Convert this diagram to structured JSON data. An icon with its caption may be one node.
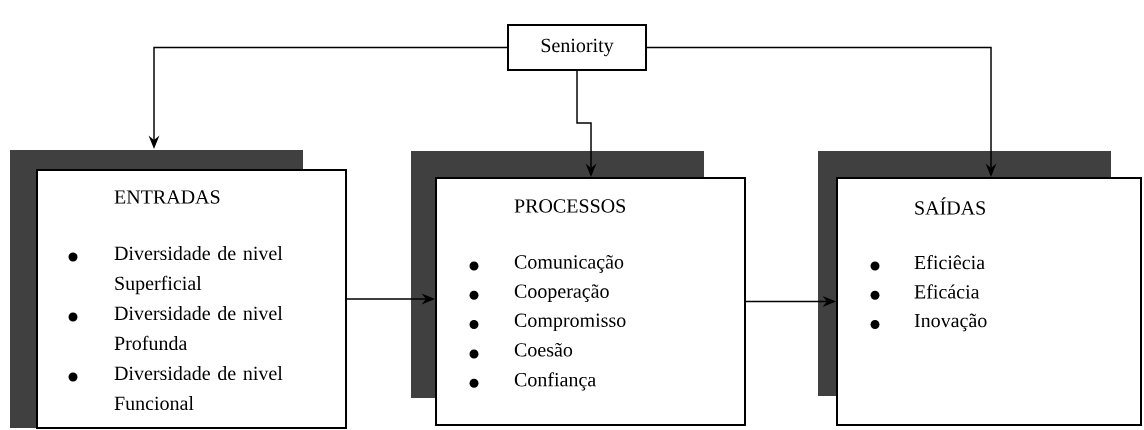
{
  "diagram": {
    "nodes": [
      {
        "text": [
          "Seniority"
        ]
      },
      {
        "text": [
          "ENTRADAS",
          "Diversidade de nivel Superficial",
          "Diversidade de nivel Profunda",
          "Diversidade de nivel Funcional"
        ]
      },
      {
        "text": [
          "PROCESSOS",
          "Comunicação",
          "Cooperação",
          "Compromisso",
          "Coesão",
          "Confiança"
        ]
      },
      {
        "text": [
          "SAÍDAS",
          "Eficiêcia",
          "Eficácia",
          "Inovação"
        ]
      }
    ],
    "edges": [
      {
        "from": 0,
        "to": 1,
        "arrow": "to"
      },
      {
        "from": 0,
        "to": 2,
        "arrow": "to"
      },
      {
        "from": 0,
        "to": 3,
        "arrow": "to"
      },
      {
        "from": 1,
        "to": 2,
        "arrow": "to"
      },
      {
        "from": 2,
        "to": 3,
        "arrow": "to"
      }
    ]
  }
}
